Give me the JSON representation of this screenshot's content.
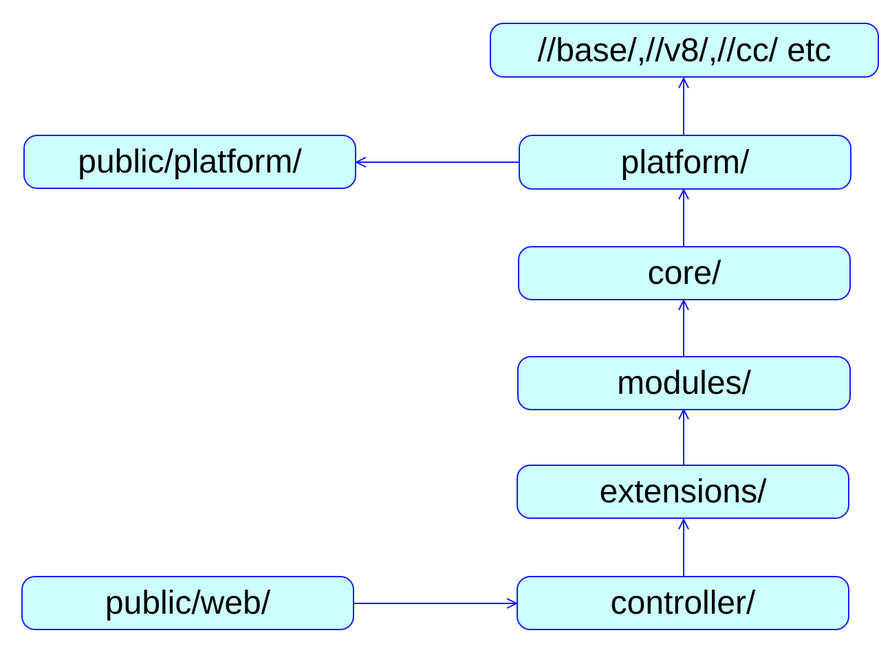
{
  "diagram": {
    "colors": {
      "box_fill": "#ccffff",
      "box_border": "#1a1aff",
      "edge": "#1a1aff",
      "text": "#000000"
    },
    "nodes": {
      "base": "//base/,//v8/,//cc/ etc",
      "public_platform": "public/platform/",
      "platform": "platform/",
      "core": "core/",
      "modules": "modules/",
      "extensions": "extensions/",
      "public_web": "public/web/",
      "controller": "controller/"
    },
    "edges": [
      {
        "from": "platform",
        "to": "base"
      },
      {
        "from": "platform",
        "to": "public_platform"
      },
      {
        "from": "core",
        "to": "platform"
      },
      {
        "from": "modules",
        "to": "core"
      },
      {
        "from": "extensions",
        "to": "modules"
      },
      {
        "from": "controller",
        "to": "extensions"
      },
      {
        "from": "public_web",
        "to": "controller"
      }
    ]
  }
}
